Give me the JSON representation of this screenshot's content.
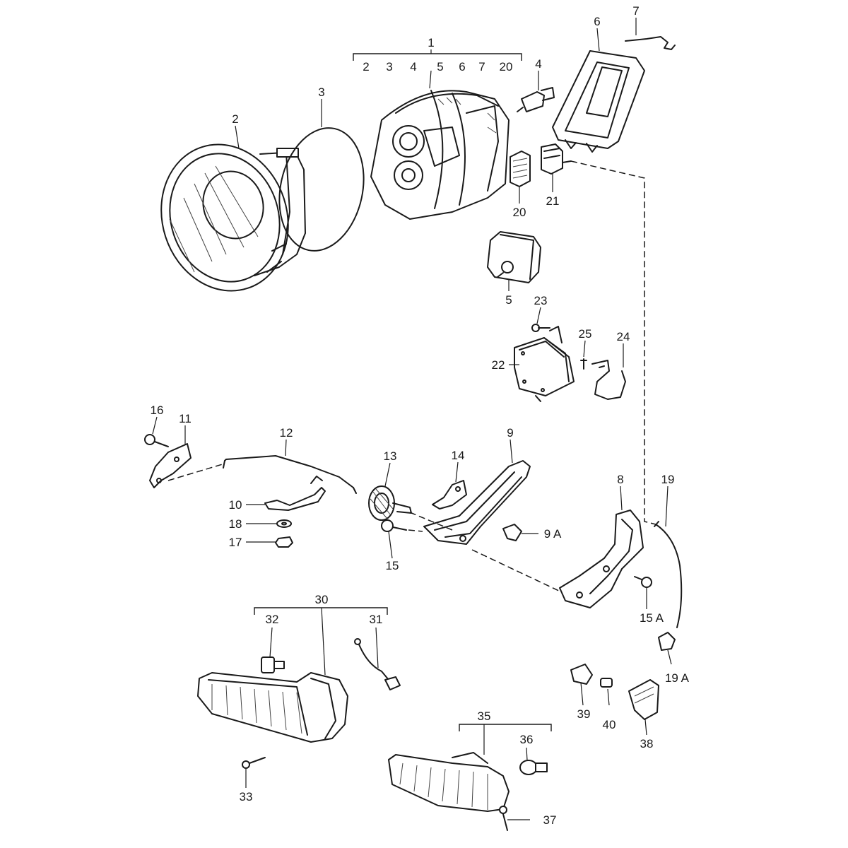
{
  "callouts": {
    "c1": "1",
    "c1_sub": [
      "2",
      "3",
      "4",
      "5",
      "6",
      "7",
      "20"
    ],
    "c2": "2",
    "c3": "3",
    "c4": "4",
    "c5": "5",
    "c6": "6",
    "c7": "7",
    "c8": "8",
    "c9": "9",
    "c9a": "9 A",
    "c10": "10",
    "c11": "11",
    "c12": "12",
    "c13": "13",
    "c14": "14",
    "c15": "15",
    "c15a": "15 A",
    "c16": "16",
    "c17": "17",
    "c18": "18",
    "c19": "19",
    "c19a": "19 A",
    "c20": "20",
    "c21": "21",
    "c22": "22",
    "c23": "23",
    "c24": "24",
    "c25": "25",
    "c30": "30",
    "c31": "31",
    "c32": "32",
    "c33": "33",
    "c35": "35",
    "c36": "36",
    "c37": "37",
    "c38": "38",
    "c39": "39",
    "c40": "40"
  }
}
